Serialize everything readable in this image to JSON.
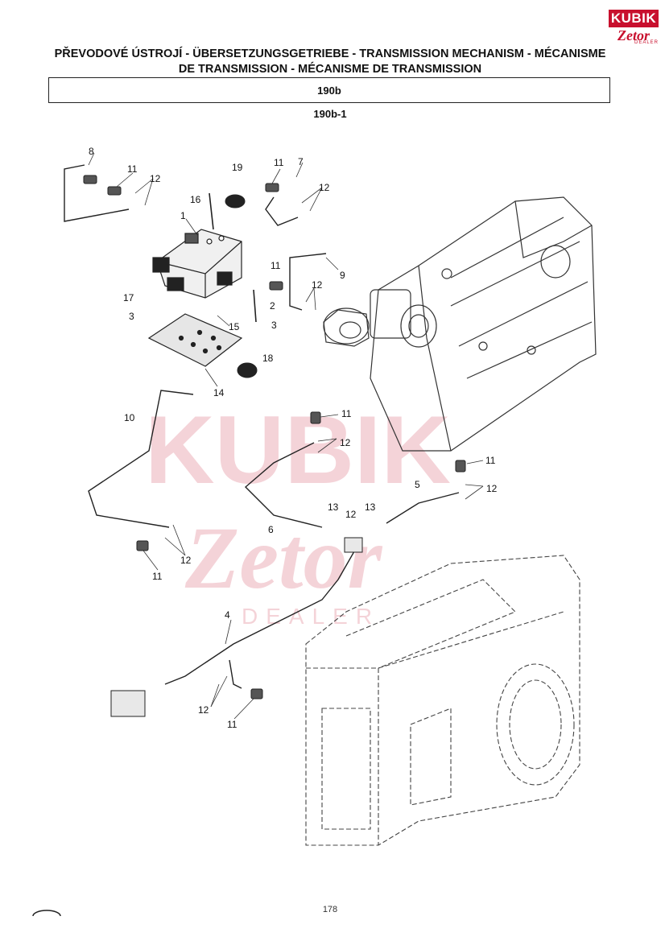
{
  "logo": {
    "top": "KUBIK",
    "bottom": "Zetor",
    "sub": "DEALER"
  },
  "header": {
    "title": "PŘEVODOVÉ ÚSTROJÍ - ÜBERSETZUNGSGETRIEBE - TRANSMISSION MECHANISM - MÉCANISME DE TRANSMISSION - MÉCANISME DE TRANSMISSION",
    "section": "190b",
    "subsection": "190b-1"
  },
  "watermark": {
    "line1": "KUBIK",
    "line2": "Zetor",
    "line3": "DEALER"
  },
  "callouts": [
    "8",
    "11",
    "12",
    "19",
    "11",
    "7",
    "12",
    "16",
    "1",
    "9",
    "11",
    "12",
    "17",
    "3",
    "2",
    "3",
    "15",
    "18",
    "14",
    "10",
    "11",
    "12",
    "11",
    "5",
    "12",
    "13",
    "12",
    "13",
    "6",
    "11",
    "12",
    "4",
    "12",
    "11"
  ],
  "footer": {
    "page_number": "178"
  }
}
